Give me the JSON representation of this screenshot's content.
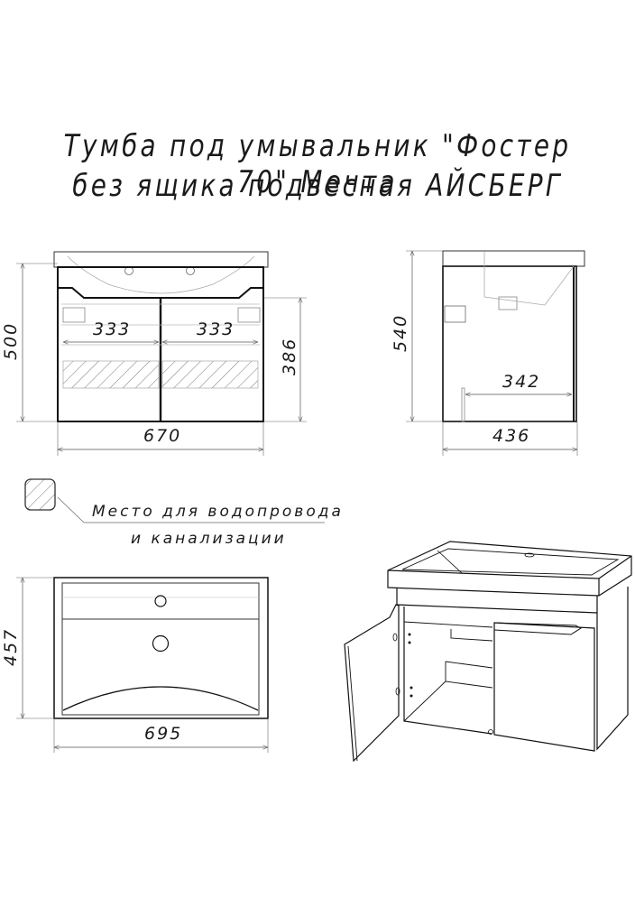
{
  "title": {
    "line1": "Тумба под умывальник \"Фостер 70\" Мечта",
    "line2": "без ящика подвесная АЙСБЕРГ"
  },
  "front_view": {
    "height": "500",
    "width": "670",
    "inner_height": "386",
    "left_door_width": "333",
    "right_door_width": "333"
  },
  "side_view": {
    "height": "540",
    "depth": "436",
    "inner_depth": "342"
  },
  "legend": {
    "line1": "Место для водопровода",
    "line2": "и канализации"
  },
  "top_view": {
    "depth": "457",
    "width": "695"
  },
  "colors": {
    "line": "#1a1a1a",
    "thin_line": "#888888",
    "background": "#ffffff"
  }
}
